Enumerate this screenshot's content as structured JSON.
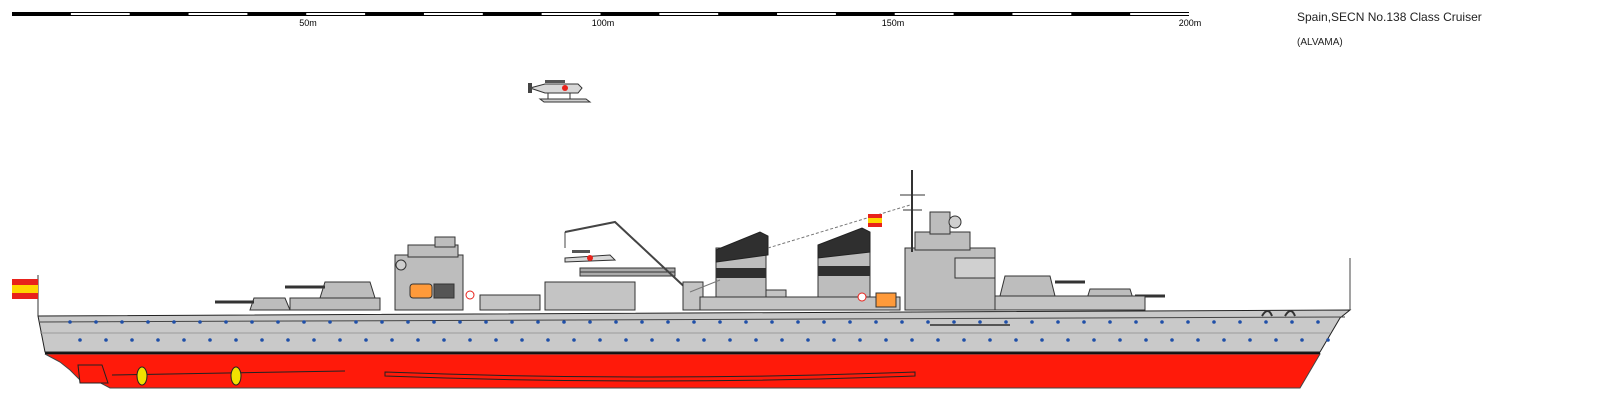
{
  "scale": {
    "labels": [
      "50m",
      "100m",
      "150m",
      "200m"
    ]
  },
  "title": "Spain,SECN No.138 Class Cruiser",
  "subtitle": "(ALVAMA)",
  "colors": {
    "hull_grey": "#c9c9c9",
    "superstructure_grey": "#bdbdbd",
    "hull_red": "#ff1a0a",
    "funnel_dark": "#2f2f2f",
    "porthole_blue": "#1f4fa8",
    "flag_red": "#e8221b",
    "flag_yellow": "#ffd500",
    "propeller_yellow": "#f2e000"
  }
}
